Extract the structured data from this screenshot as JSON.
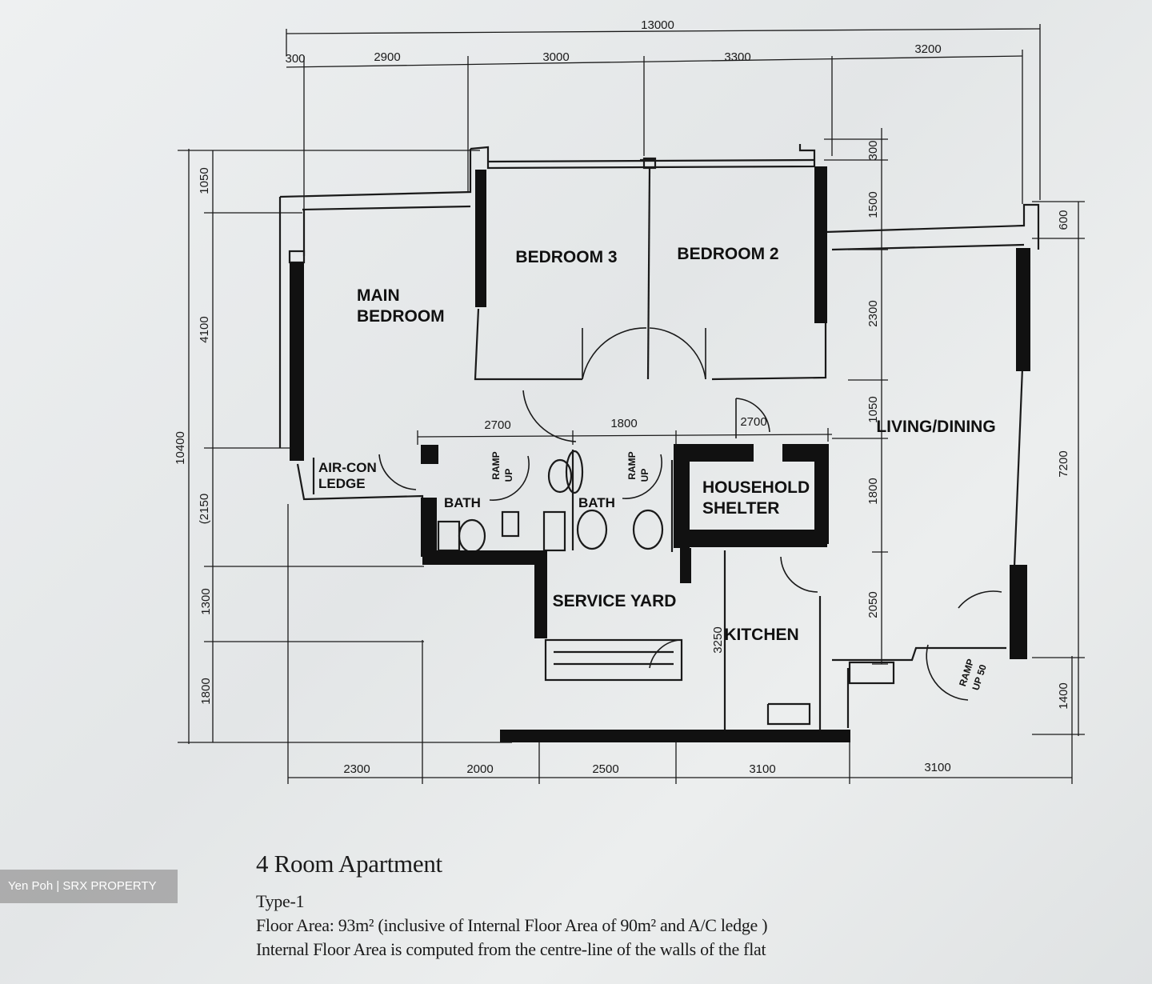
{
  "dimensions": {
    "top_overall": "13000",
    "top": [
      "300",
      "2900",
      "3000",
      "3300",
      "3200"
    ],
    "bottom": [
      "2300",
      "2000",
      "2500",
      "3100",
      "3100"
    ],
    "left_overall": "10400",
    "left": [
      "1050",
      "4100",
      "(2150",
      "1300",
      "1800"
    ],
    "right_inner": [
      "300",
      "1500",
      "2300",
      "1050",
      "1800",
      "2050"
    ],
    "right_outer": [
      "600",
      "7200",
      "1400"
    ],
    "inner_horizontal": [
      "2700",
      "1800",
      "2700"
    ],
    "kitchen_depth": "3250"
  },
  "rooms": {
    "bedroom3": "BEDROOM 3",
    "bedroom2": "BEDROOM 2",
    "main_bedroom_line1": "MAIN",
    "main_bedroom_line2": "BEDROOM",
    "aircon_line1": "AIR-CON",
    "aircon_line2": "LEDGE",
    "bath1": "BATH",
    "bath2": "BATH",
    "shelter_line1": "HOUSEHOLD",
    "shelter_line2": "SHELTER",
    "service_yard": "SERVICE YARD",
    "kitchen": "KITCHEN",
    "living": "LIVING/DINING",
    "ramp_line1": "RAMP",
    "ramp_line2": "UP",
    "ramp_entry_line1": "RAMP",
    "ramp_entry_line2": "UP 50"
  },
  "caption": {
    "title": "4 Room Apartment",
    "type": "Type-1",
    "floor_area": "Floor Area: 93m² (inclusive of Internal Floor Area of 90m² and A/C ledge )",
    "note": "Internal Floor Area is computed from the centre-line of the walls of the flat"
  },
  "watermark": "Yen Poh | SRX PROPERTY",
  "colors": {
    "ink": "#111111",
    "paper": "#e8eaeb"
  }
}
